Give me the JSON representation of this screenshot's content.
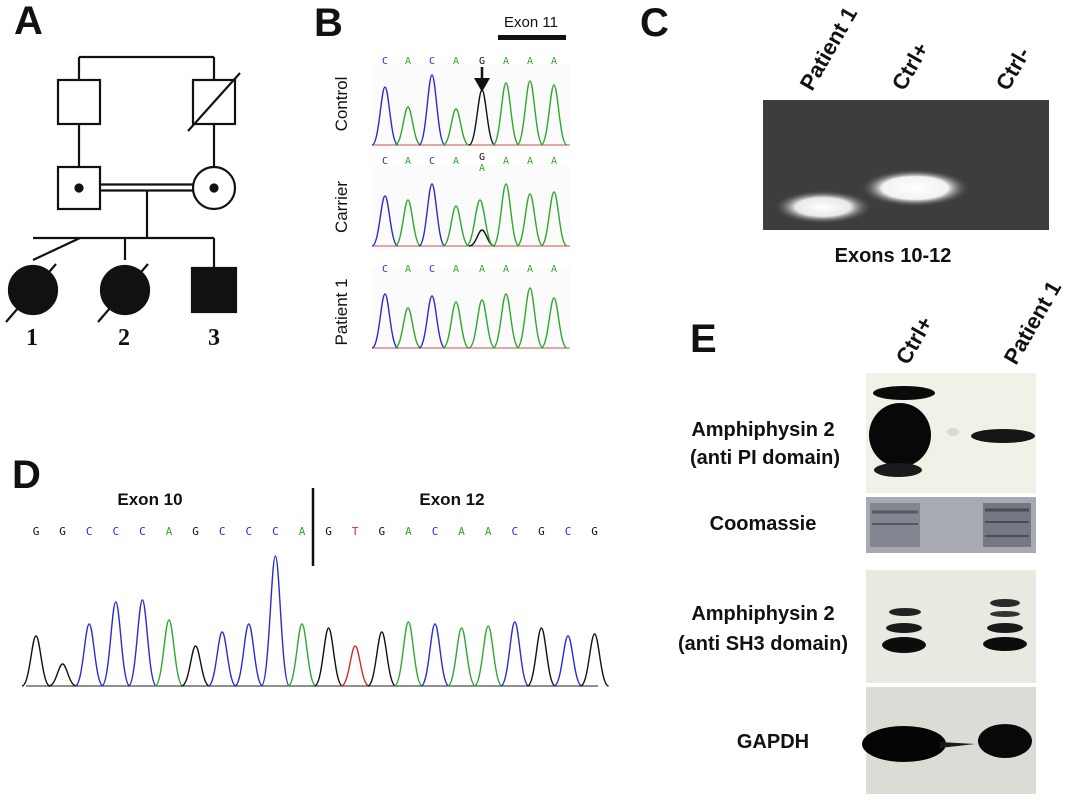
{
  "panels": {
    "a": "A",
    "b": "B",
    "c": "C",
    "d": "D",
    "e": "E"
  },
  "pedigree": {
    "children": [
      "1",
      "2",
      "3"
    ]
  },
  "chromatograms": {
    "exon_label": "Exon 11",
    "rows": [
      {
        "label": "Control",
        "bases": [
          "C",
          "A",
          "C",
          "A",
          "G",
          "A",
          "A",
          "A"
        ]
      },
      {
        "label": "Carrier",
        "bases": [
          "C",
          "A",
          "C",
          "A",
          "G/A",
          "A",
          "A",
          "A"
        ]
      },
      {
        "label": "Patient 1",
        "bases": [
          "C",
          "A",
          "C",
          "A",
          "A",
          "A",
          "A",
          "A"
        ]
      }
    ]
  },
  "gel": {
    "lanes": [
      "Patient 1",
      "Ctrl+",
      "Ctrl-"
    ],
    "caption": "Exons 10-12"
  },
  "junction": {
    "left_label": "Exon 10",
    "right_label": "Exon 12",
    "bases": [
      "G",
      "G",
      "C",
      "C",
      "C",
      "A",
      "G",
      "C",
      "C",
      "C",
      "A",
      "G",
      "T",
      "G",
      "A",
      "C",
      "A",
      "A",
      "C",
      "G",
      "C",
      "G"
    ]
  },
  "blot": {
    "lanes": [
      "Ctrl+",
      "Patient 1"
    ],
    "rows": [
      {
        "label1": "Amphiphysin 2",
        "label2": "(anti PI domain)"
      },
      {
        "label1": "Coomassie",
        "label2": ""
      },
      {
        "label1": "Amphiphysin 2",
        "label2": "(anti SH3 domain)"
      },
      {
        "label1": "GAPDH",
        "label2": ""
      }
    ]
  },
  "colors": {
    "A": "#2ea82e",
    "C": "#2b2bd0",
    "G": "#111111",
    "T": "#d42a2a"
  }
}
